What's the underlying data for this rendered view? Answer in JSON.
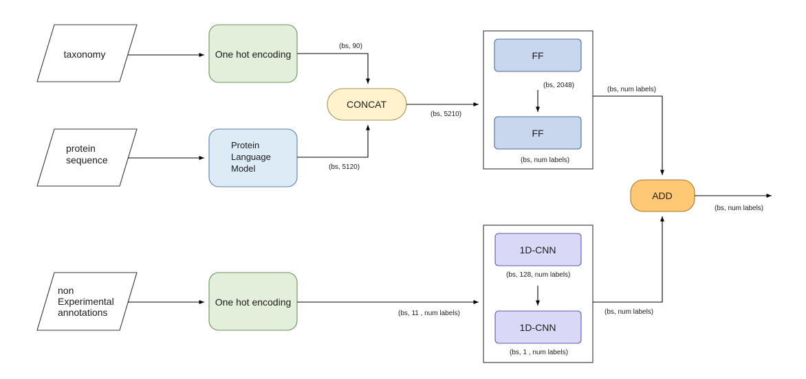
{
  "inputs": {
    "taxonomy": [
      "taxonomy"
    ],
    "protein_sequence": [
      "protein",
      "sequence"
    ],
    "non_exp": [
      "non",
      "Experimental",
      "annotations"
    ]
  },
  "nodes": {
    "ohe_top": "One hot encoding",
    "plm": [
      "Protein",
      "Language",
      "Model"
    ],
    "concat": "CONCAT",
    "ff1": "FF",
    "ff2": "FF",
    "ohe_bottom": "One hot encoding",
    "cnn1": "1D-CNN",
    "cnn2": "1D-CNN",
    "add": "ADD"
  },
  "shapes": {
    "bs_90": "(bs, 90)",
    "bs_5120": "(bs, 5120)",
    "bs_5210": "(bs, 5210)",
    "bs_2048": "(bs, 2048)",
    "ff_out": "(bs, num labels)",
    "ff_block_out": "(bs, num labels)",
    "add_out": "(bs, num labels)",
    "bs_11": "(bs, 11 , num labels)",
    "bs_128": "(bs, 128, num labels)",
    "cnn_out": "(bs, 1 , num labels)",
    "cnn_block_out": "(bs, num labels)"
  },
  "colors": {
    "green_fill": "#e2efda",
    "green_stroke": "#6a8f5a",
    "blue_fill": "#ddebf7",
    "blue_stroke": "#5b7ea6",
    "concat_fill": "#fff2cc",
    "concat_stroke": "#a89050",
    "ff_fill": "#c9d7ee",
    "ff_stroke": "#4a6a9a",
    "cnn_fill": "#d9d9f7",
    "cnn_stroke": "#5a5aa8",
    "add_fill": "#ffc875",
    "add_stroke": "#a9782a"
  }
}
